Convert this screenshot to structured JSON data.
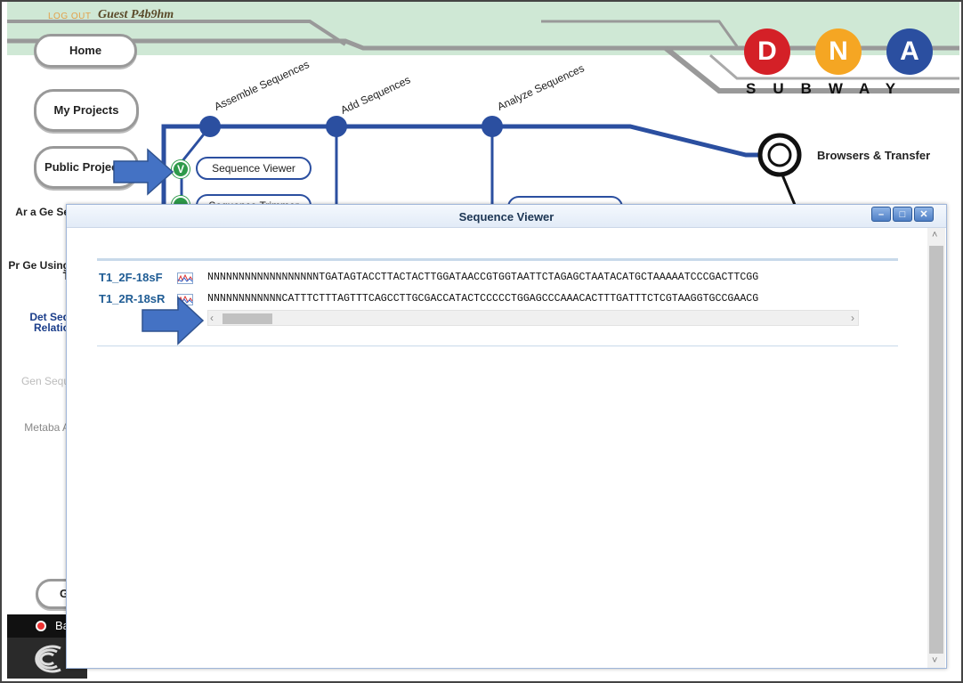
{
  "header": {
    "logout_label": "LOG OUT",
    "user_name": "Guest P4b9hm"
  },
  "nav": {
    "home_label": "Home",
    "my_projects_label": "My Projects",
    "public_projects_label": "Public Projects",
    "side_partial": [
      "Ar a Ge Se",
      "Pr Ge Using T",
      "Det Seq Relatio",
      "Gen Sequ",
      "Metaba A"
    ],
    "gi_label": "Gi",
    "bottom_label": "Ba"
  },
  "logo": {
    "letters": [
      "D",
      "N",
      "A"
    ],
    "subtitle": "SUBWAY",
    "colors": [
      "#d42027",
      "#f5a623",
      "#2b4fa0"
    ]
  },
  "map": {
    "stops": [
      "Assemble Sequences",
      "Add Sequences",
      "Analyze Sequences"
    ],
    "end_stop": "Browsers & Transfer",
    "items": {
      "sequence_viewer": "Sequence Viewer",
      "sequence_trimmer": "Sequence Trimmer"
    },
    "check_glyph": "V",
    "line_color": "#2b4fa0"
  },
  "modal": {
    "title": "Sequence Viewer",
    "buttons": {
      "minimize": "–",
      "maximize": "□",
      "close": "✕"
    },
    "sequences": [
      {
        "name": "T1_2F-18sF",
        "seq": "NNNNNNNNNNNNNNNNNNTGATAGTACCTTACTACTTGGATAACCGTGGTAATTCTAGAGCTAATACATGCTAAAAATCCCGACTTCGG"
      },
      {
        "name": "T1_2R-18sR",
        "seq": "NNNNNNNNNNNNCATTTCTTTAGTTTCAGCCTTGCGACCATACTCCCCCTGGAGCCCAAACACTTTGATTTCTCGTAAGGTGCCGAACG"
      }
    ]
  },
  "annotation_color": "#4472c4"
}
